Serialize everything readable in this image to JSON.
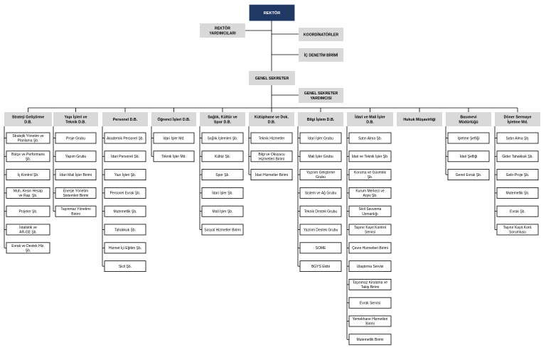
{
  "top": {
    "rektor": "REKTÖR",
    "rektor_yard": [
      "REKTÖR",
      "YARDIMCILARI"
    ],
    "koordinatorler": "KOORDİNATÖRLER",
    "ic_denetim": "İÇ DENETİM BİRİMİ",
    "genel_sekreter": "GENEL SEKRETER",
    "gs_yard": [
      "GENEL SEKRETER",
      "YARDIMCISI"
    ]
  },
  "departments": [
    {
      "name": [
        "Strateji Geliştirme",
        "D.B."
      ],
      "units": [
        [
          "Stratejik Yönetim ve",
          "Planlama Şb."
        ],
        [
          "Bütçe ve Performans",
          "Şb."
        ],
        [
          "İç Kontrol Şb."
        ],
        [
          "Muh.-Kesin Hesap",
          "ve Rap. Şb."
        ],
        [
          "Projeler Şb."
        ],
        [
          "İstatistik ve",
          "AR-GE Şb."
        ],
        [
          "Evrak ve Destek Hiz.",
          "Şb."
        ]
      ]
    },
    {
      "name": [
        "Yapı İşleri ve",
        "Teknik D.B."
      ],
      "units": [
        [
          "Proje Grubu"
        ],
        [
          "Yapım Grubu"
        ],
        [
          "İdari Mali İşler Birimi"
        ],
        [
          "Enerjie Yönetim",
          "Sistemleri Birimi"
        ],
        [
          "Taşınmaz Yönetimi",
          "Birimi"
        ]
      ]
    },
    {
      "name": [
        "Personel D.B."
      ],
      "units": [
        [
          "Akademik Personel Şb."
        ],
        [
          "İdari Personel Şb."
        ],
        [
          "Yazı İşleri Şb."
        ],
        [
          "Personel Evrak Şb."
        ],
        [
          "Mutemetlik Şb."
        ],
        [
          "Tahakkuk Şb."
        ],
        [
          "Hizmet İçi Eğitim Şb."
        ],
        [
          "Sicil Şb."
        ]
      ]
    },
    {
      "name": [
        "Öğrenci İşleri D.B."
      ],
      "units": [
        [
          "İdari İşler Md."
        ],
        [
          "Teknik İşler Md."
        ]
      ]
    },
    {
      "name": [
        "Sağlık, Kültür ve",
        "Spor D.B."
      ],
      "units": [
        [
          "Sağlık İşlemleri Şb."
        ],
        [
          "Kültür Şb."
        ],
        [
          "Spor Şb."
        ],
        [
          "İdari İşler Şb."
        ],
        [
          "Mali İşler Şb."
        ],
        [
          "Sosyal Hizmetler Birimi"
        ]
      ]
    },
    {
      "name": [
        "Kütüphane ve Dok.",
        "D.B."
      ],
      "units": [
        [
          "Teknik Hizmetler"
        ],
        [
          "Bilgi ve Okuyucu",
          "Hizmetleri Birimi"
        ],
        [
          "İdari Hizmetler Birimi"
        ]
      ]
    },
    {
      "name": [
        "Bilgi İşlem D.B."
      ],
      "units": [
        [
          "İdari İşler Grubu"
        ],
        [
          "Mali İşler Grubu"
        ],
        [
          "Yazılım Geliştirme",
          "Grubu"
        ],
        [
          "Sistem ve Ağ Grubu"
        ],
        [
          "Teknik Destek Grubu"
        ],
        [
          "Yazılım Destek Grubu"
        ],
        [
          "SOME"
        ],
        [
          "BGYS Ekibi"
        ]
      ]
    },
    {
      "name": [
        "İdari ve Mali İşler",
        "D.B."
      ],
      "units": [
        [
          "Satın Alma Şb."
        ],
        [
          "İdari ve Teknik İşler Şb."
        ],
        [
          "Koruma ve Güvenlik",
          "Şb."
        ],
        [
          "Kurum Merkezi ve",
          "Arşiv Şb."
        ],
        [
          "Sivil Savunma",
          "Uzmanlığı"
        ],
        [
          "Taşınır Kayıt Kontrol",
          "Servisi"
        ],
        [
          "Çevre Hizmetleri Birimi"
        ],
        [
          "Ulaştırma Servisi"
        ],
        [
          "Taşınmaz Kiralama ve",
          "Takip Birimi"
        ],
        [
          "Evrak Servisi"
        ],
        [
          "Yemekhane Hizmetleri",
          "Birimi"
        ],
        [
          "Mutemetlik Birimi"
        ]
      ]
    },
    {
      "name": [
        "Hukuk Müşavirliği"
      ],
      "units": []
    },
    {
      "name": [
        "Basımevi",
        "Müdürlüğü"
      ],
      "units": [
        [
          "İşletme Şefliği"
        ],
        [
          "İdari Şefliği"
        ],
        [
          "Genel Evrak Şb."
        ]
      ]
    },
    {
      "name": [
        "Döner Sermaye",
        "İşletme Md."
      ],
      "units": [
        [
          "Satın Alma Şb."
        ],
        [
          "Gider Tahakkuk Şb."
        ],
        [
          "Gelir-Proje Şb."
        ],
        [
          "Mutemetlik Şb."
        ],
        [
          "Evrak Şb."
        ],
        [
          "Taşınır Kayıt Kont.",
          "Sorumlusu"
        ]
      ]
    }
  ],
  "colors": {
    "rektor_fill": "#1f3864",
    "rektor_text": "#ffffff",
    "header_fill": "#d9d9d9",
    "unit_fill": "#ffffff",
    "line": "#000000"
  }
}
